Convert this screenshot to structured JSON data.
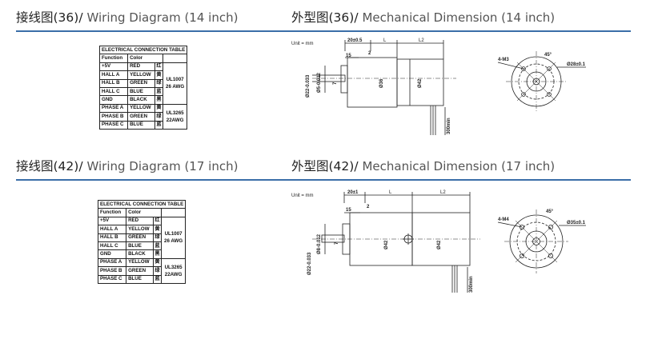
{
  "sections": [
    {
      "wiring_title_zh": "接线图(36)/",
      "wiring_title_en": "Wiring Diagram (14 inch)",
      "mech_title_zh": "外型图(36)/",
      "mech_title_en": "Mechanical Dimension (14 inch)",
      "table": {
        "title": "ELECTRICAL CONNECTION TABLE",
        "col_function": "Function",
        "col_color": "Color",
        "rows": [
          {
            "f": "+5V",
            "c": "RED",
            "z": "红"
          },
          {
            "f": "HALL A",
            "c": "YELLOW",
            "z": "黄"
          },
          {
            "f": "HALL B",
            "c": "GREEN",
            "z": "绿"
          },
          {
            "f": "HALL C",
            "c": "BLUE",
            "z": "蓝"
          },
          {
            "f": "GND",
            "c": "BLACK",
            "z": "黑"
          },
          {
            "f": "PHASE A",
            "c": "YELLOW",
            "z": "黄"
          },
          {
            "f": "PHASE B",
            "c": "GREEN",
            "z": "绿"
          },
          {
            "f": "PHASE C",
            "c": "BLUE",
            "z": "蓝"
          }
        ],
        "spec1_a": "UL1007",
        "spec1_b": "26 AWG",
        "spec2_a": "UL3265",
        "spec2_b": "22AWG"
      },
      "drawing": {
        "unit": "Unit = mm",
        "dim_top": "20±0.5",
        "dim_l": "L",
        "dim_l2": "L2",
        "dim_15": "15",
        "dim_2": "2",
        "dim_shaft": "Ø5-0.012",
        "dim_pilot": "Ø22-0.033",
        "dim_7": "7",
        "dim_body1": "Ø36",
        "dim_body2": "Ø42",
        "dim_lead": "300min",
        "dim_m": "4-M3",
        "dim_pcd": "Ø28±0.1",
        "dim_angle": "45°"
      }
    },
    {
      "wiring_title_zh": "接线图(42)/",
      "wiring_title_en": "Wiring Diagram (17 inch)",
      "mech_title_zh": "外型图(42)/",
      "mech_title_en": "Mechanical Dimension (17 inch)",
      "table": {
        "title": "ELECTRICAL CONNECTION TABLE",
        "col_function": "Function",
        "col_color": "Color",
        "rows": [
          {
            "f": "+5V",
            "c": "RED",
            "z": "红"
          },
          {
            "f": "HALL A",
            "c": "YELLOW",
            "z": "黄"
          },
          {
            "f": "HALL B",
            "c": "GREEN",
            "z": "绿"
          },
          {
            "f": "HALL C",
            "c": "BLUE",
            "z": "蓝"
          },
          {
            "f": "GND",
            "c": "BLACK",
            "z": "黑"
          },
          {
            "f": "PHASE A",
            "c": "YELLOW",
            "z": "黄"
          },
          {
            "f": "PHASE B",
            "c": "GREEN",
            "z": "绿"
          },
          {
            "f": "PHASE C",
            "c": "BLUE",
            "z": "蓝"
          }
        ],
        "spec1_a": "UL1007",
        "spec1_b": "26 AWG",
        "spec2_a": "UL3265",
        "spec2_b": "22AWG"
      },
      "drawing": {
        "unit": "Unit = mm",
        "dim_top": "20±1",
        "dim_l": "L",
        "dim_l2": "L2",
        "dim_15": "15",
        "dim_2": "2",
        "dim_shaft": "Ø8-0.012",
        "dim_pilot": "Ø22-0.033",
        "dim_7": "7",
        "dim_body1": "Ø42",
        "dim_body2": "Ø42",
        "dim_lead": "300min",
        "dim_m": "4-M4",
        "dim_pcd": "Ø35±0.1",
        "dim_angle": "45°"
      }
    }
  ],
  "colors": {
    "accent_rule": "#3b6ea8",
    "text": "#222222"
  }
}
